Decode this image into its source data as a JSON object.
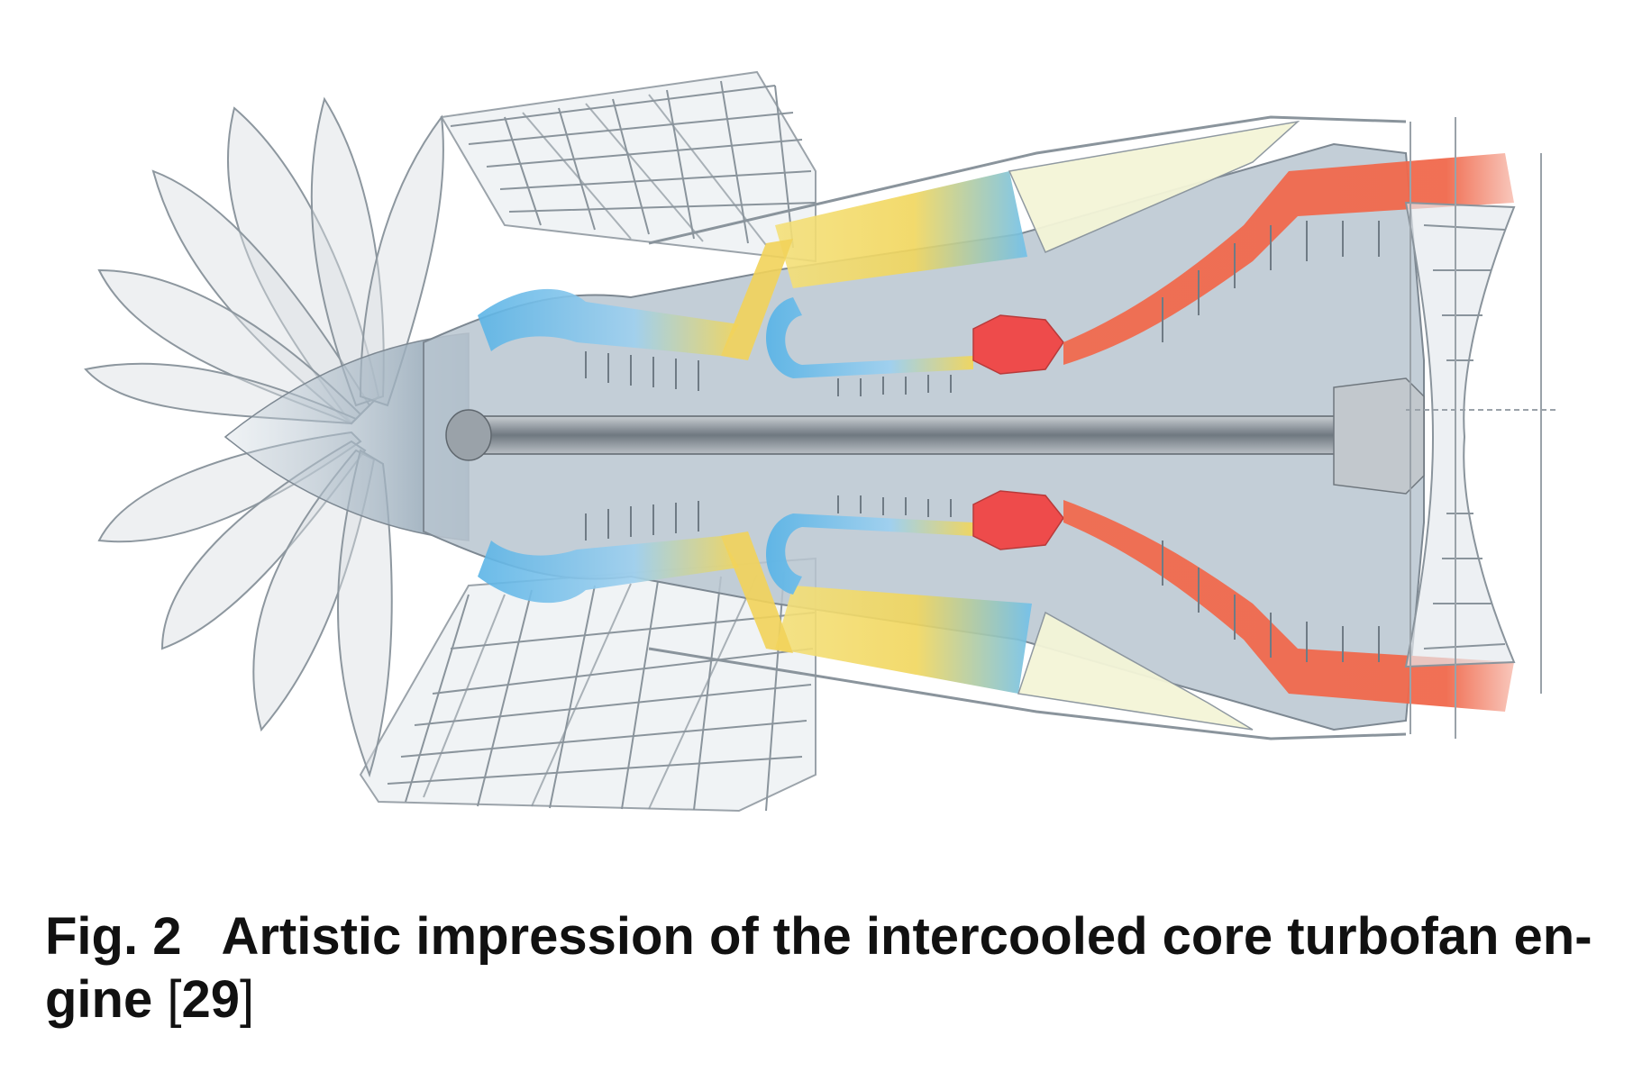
{
  "caption": {
    "label": "Fig. 2",
    "text_line1": "Artistic impression of the intercooled core turbofan en-",
    "text_line2": "gine",
    "ref_open": "[",
    "ref_num": "29",
    "ref_close": "]"
  },
  "colors": {
    "casing": "#e9edf1",
    "core": "#9fb1c0",
    "line": "#7f8b94",
    "cold": "#62b6e6",
    "warm": "#f3d25c",
    "hot": "#ef6a4c",
    "combustor": "#ee4b4b",
    "bypass_light": "#f3f4d6"
  }
}
